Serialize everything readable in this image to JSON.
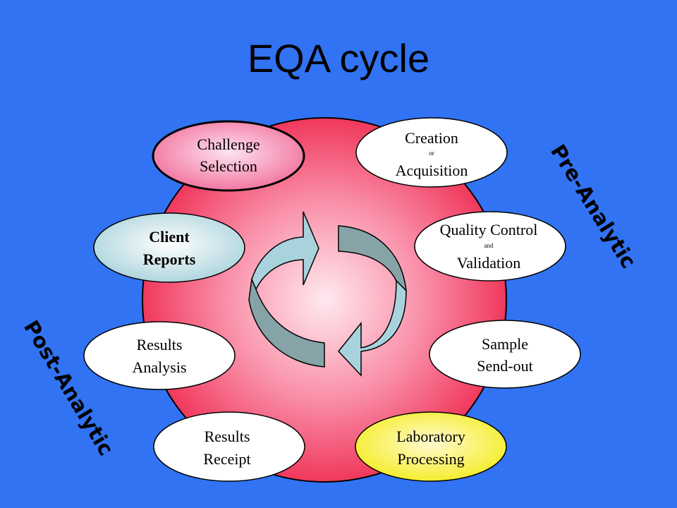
{
  "title": "EQA cycle",
  "colors": {
    "background": "#3173f3",
    "circle_center": "#ffe9ef",
    "circle_edge": "#f0385c",
    "arrow_light": "#a9d3dc",
    "arrow_dark": "#86a4a8",
    "highlight_pink": "#f26d9c",
    "highlight_blue": "#c2e0e6",
    "highlight_yellow": "#f5ef2e"
  },
  "side_labels": {
    "pre": "Pre-Analytic",
    "post": "Post-Analytic"
  },
  "nodes": {
    "challenge": {
      "line1": "Challenge",
      "line2": "Selection"
    },
    "creation": {
      "line1": "Creation",
      "connector": "or",
      "line2": "Acquisition"
    },
    "quality": {
      "line1": "Quality Control",
      "connector": "and",
      "line2": "Validation"
    },
    "sample": {
      "line1": "Sample",
      "line2": "Send-out"
    },
    "laboratory": {
      "line1": "Laboratory",
      "line2": "Processing"
    },
    "receipt": {
      "line1": "Results",
      "line2": "Receipt"
    },
    "analysis": {
      "line1": "Results",
      "line2": "Analysis"
    },
    "reports": {
      "line1": "Client",
      "line2": "Reports"
    }
  }
}
